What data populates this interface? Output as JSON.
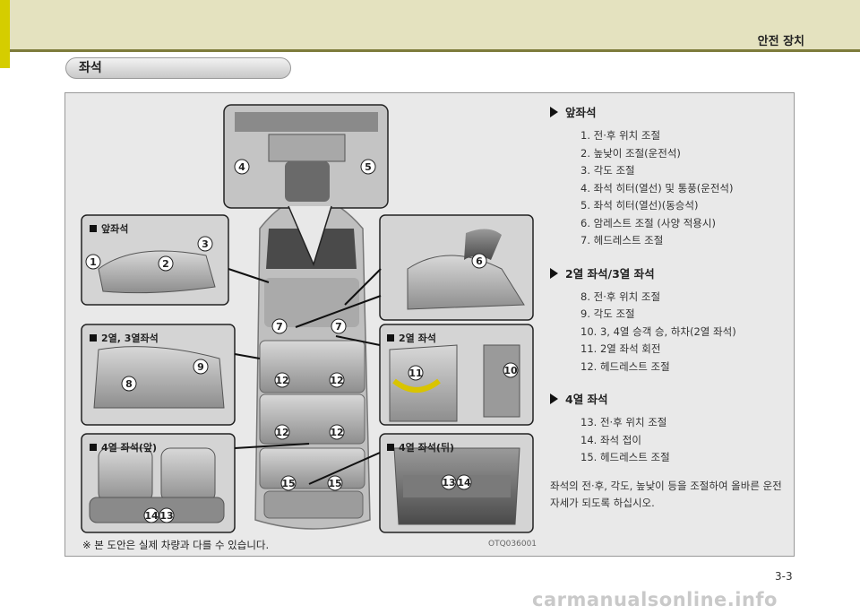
{
  "header": {
    "chapter_title": "안전 장치"
  },
  "section": {
    "title": "좌석"
  },
  "figure": {
    "insets": {
      "front_seat": "앞좌석",
      "row2_row3_seat": "2열, 3열좌석",
      "row2_seat": "2열 좌석",
      "row4_front": "4열 좌석(앞)",
      "row4_rear": "4열 좌석(뒤)"
    },
    "callouts": [
      "1",
      "2",
      "3",
      "4",
      "5",
      "6",
      "7",
      "7",
      "8",
      "9",
      "10",
      "11",
      "12",
      "12",
      "12",
      "12",
      "13",
      "14",
      "13",
      "14",
      "15",
      "15"
    ],
    "note": "※ 본 도안은 실제 차량과 다를 수 있습니다.",
    "code": "OTQ036001"
  },
  "instructions": {
    "front": {
      "heading": "앞좌석",
      "items": [
        "1.  전·후 위치 조절",
        "2.  높낮이 조절(운전석)",
        "3.  각도 조절",
        "4.  좌석 히터(열선) 및 통풍(운전석)",
        "5.  좌석 히터(열선)(동승석)",
        "6.  암레스트 조절 (사양 적용시)",
        "7.  헤드레스트 조절"
      ]
    },
    "row23": {
      "heading": "2열 좌석/3열 좌석",
      "items": [
        "8.  전·후 위치 조절",
        "9.  각도 조절",
        "10. 3, 4열 승객 승, 하차(2열 좌석)",
        "11. 2열 좌석 회전",
        "12. 헤드레스트 조절"
      ]
    },
    "row4": {
      "heading": "4열 좌석",
      "items": [
        "13. 전·후 위치 조절",
        "14. 좌석 접이",
        "15. 헤드레스트 조절"
      ]
    },
    "summary": "좌석의 전·후, 각도, 높낮이 등을 조절하여 올바른 운전 자세가 되도록 하십시오."
  },
  "page_number": "3-3",
  "watermark": "carmanualsonline.info"
}
